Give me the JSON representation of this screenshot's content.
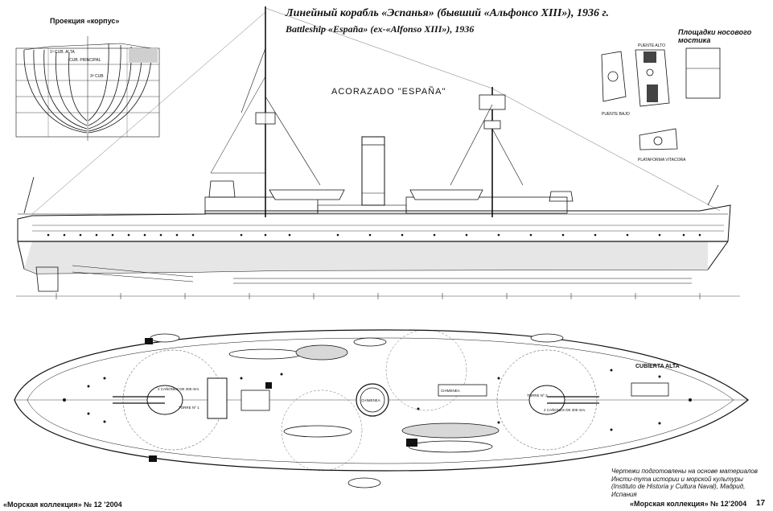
{
  "title_ru": "Линейный корабль «Эспанья» (бывший «Альфонсо XIII»), 1936 г.",
  "title_en": "Battleship «España» (ex-«Alfonso XIII»), 1936",
  "side_view_label": "ACORAZADO \"ESPAÑA\"",
  "body_plan_label": "Проекция «корпус»",
  "body_plan_lines": [
    "1ª CUB. ALTA",
    "CUB. PRINCIPAL",
    "3ª CUB"
  ],
  "bridge_label": "Площадки носового мостика",
  "bridge_labels": [
    "PUENTE ALTO",
    "PUENTE BAJO",
    "PLATAFORMA VITACORA"
  ],
  "deck_label": "CUBIERTA ALTA",
  "deck_annotations": [
    "2 CAÑONES DE 305 mm.",
    "TORRE Nº 1",
    "TORRE Nº 2",
    "2 CAÑONES DE 305 mm.",
    "CHIMENEA",
    "CHIMENEA"
  ],
  "credit": "Чертежи подготовлены на основе материалов Инсти-тута истории и морской культуры (Instituto de Historia y Cultura Naval), Мадрид, Испания",
  "footer_left": "«Морская коллекция» № 12 ’2004",
  "footer_right": "«Морская коллекция» № 12’2004",
  "page_number": "17",
  "colors": {
    "ink": "#111111",
    "paper": "#ffffff",
    "hull_shade": "#e6e6e6"
  }
}
